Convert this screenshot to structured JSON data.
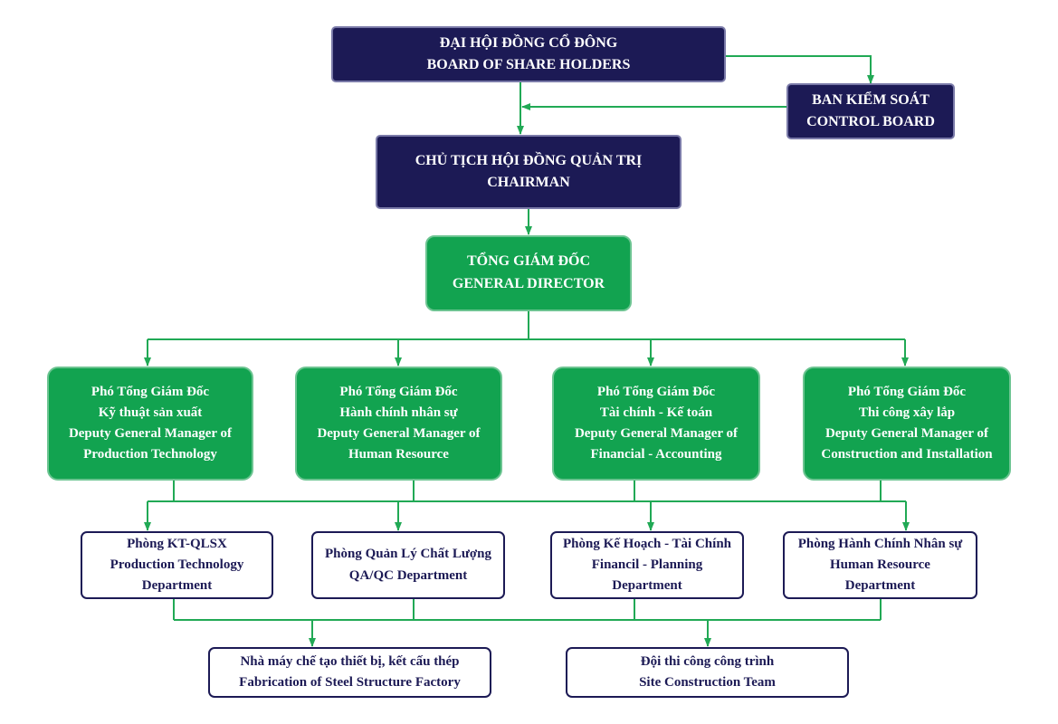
{
  "colors": {
    "navy": "#1c1a55",
    "green": "#12a350",
    "connector": "#21a955",
    "white": "#ffffff"
  },
  "shareholders": {
    "line1": "ĐẠI HỘI ĐỒNG CỔ ĐÔNG",
    "line2": "BOARD OF SHARE HOLDERS"
  },
  "control_board": {
    "line1": "BAN KIỂM SOÁT",
    "line2": "CONTROL BOARD"
  },
  "chairman": {
    "line1": "CHỦ TỊCH HỘI ĐỒNG QUẢN TRỊ",
    "line2": "CHAIRMAN"
  },
  "general_director": {
    "line1": "TỔNG GIÁM ĐỐC",
    "line2": "GENERAL DIRECTOR"
  },
  "deputies": [
    {
      "lines": [
        "Phó Tổng Giám Đốc",
        "Kỹ thuật sản xuất",
        "Deputy General Manager of",
        "Production Technology"
      ]
    },
    {
      "lines": [
        "Phó Tổng Giám Đốc",
        "Hành chính nhân sự",
        "Deputy General Manager of",
        "Human Resource"
      ]
    },
    {
      "lines": [
        "Phó Tổng Giám Đốc",
        "Tài chính - Kế toán",
        "Deputy General Manager of",
        "Financial - Accounting"
      ]
    },
    {
      "lines": [
        "Phó Tổng Giám Đốc",
        "Thi công xây lắp",
        "Deputy General Manager of",
        "Construction and Installation"
      ]
    }
  ],
  "departments": [
    {
      "lines": [
        "Phòng KT-QLSX",
        "Production Technology",
        "Department"
      ]
    },
    {
      "lines": [
        "Phòng Quản Lý Chất Lượng",
        "QA/QC Department"
      ]
    },
    {
      "lines": [
        "Phòng Kế Hoạch - Tài Chính",
        "Financil - Planning",
        "Department"
      ]
    },
    {
      "lines": [
        "Phòng Hành Chính Nhân sự",
        "Human Resource",
        "Department"
      ]
    }
  ],
  "units": [
    {
      "lines": [
        "Nhà máy chế tạo thiết bị, kết cấu thép",
        "Fabrication of Steel Structure Factory"
      ]
    },
    {
      "lines": [
        "Đội thi công công trình",
        "Site Construction Team"
      ]
    }
  ]
}
